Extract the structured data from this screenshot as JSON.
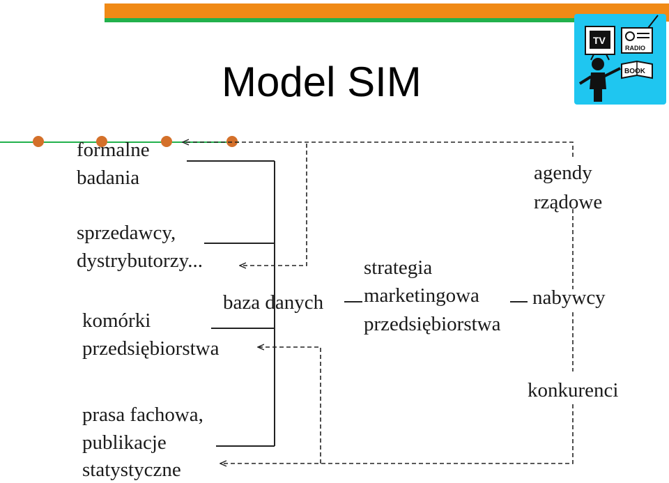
{
  "slide": {
    "title": "Model SIM",
    "colors": {
      "accent_orange": "#f08a16",
      "accent_green": "#22b14c",
      "bullet": "#d4702a",
      "icon_bg": "#1fc6f0"
    },
    "icon": {
      "name": "teacher-presenting-media-icon",
      "tv": "TV",
      "radio": "RADIO",
      "book": "BOOK"
    },
    "sources": [
      {
        "line1": "formalne",
        "line2": "badania"
      },
      {
        "line1": "sprzedawcy,",
        "line2": "dystrybutorzy..."
      },
      {
        "line1": "komórki",
        "line2": "przedsiębiorstwa"
      },
      {
        "line1": "prasa fachowa,",
        "line2": "publikacje",
        "line3": "statystyczne"
      }
    ],
    "database": "baza danych",
    "strategy": {
      "line1": "strategia",
      "line2": "marketingowa",
      "line3": "przedsiębiorstwa"
    },
    "targets": {
      "agendy_line1": "agendy",
      "agendy_line2": "rządowe",
      "nabywcy": "nabywcy",
      "konkurenci": "konkurenci"
    }
  }
}
